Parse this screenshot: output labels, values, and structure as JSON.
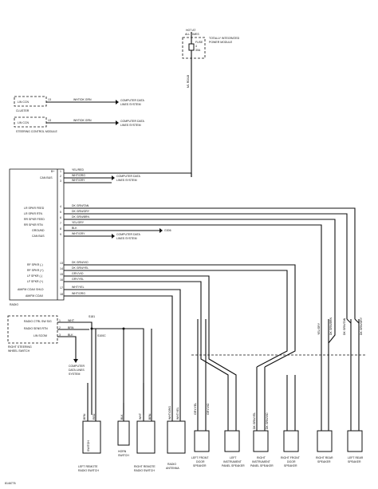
{
  "tpim": {
    "hot_label_1": "HOT AT",
    "hot_label_2": "ALL TIMES",
    "fuse_label": "FUSE",
    "fuse_id": "4",
    "fuse_amp": "30A",
    "module_name_1": "TOTALLY INTEGRATED",
    "module_name_2": "POWER MODULE",
    "wire_label": "M1 RD/LB"
  },
  "cluster": {
    "name": "CLUSTER",
    "pin_label": "LIN CCN",
    "pin_num": "13",
    "wire": "WHT/DK GRN",
    "dest_1": "COMPUTER DATA",
    "dest_2": "LINES SYSTEM"
  },
  "scm": {
    "name": "STEERING CONTROL MODULE",
    "pin_label": "LIN CCN",
    "pin_num": "13",
    "wire": "WHT/DK GRN",
    "dest_1": "COMPUTER DATA",
    "dest_2": "LINES SYSTEM"
  },
  "radio": {
    "name": "RADIO",
    "pins": [
      {
        "label": "B+",
        "num": "1",
        "wire": "YEL/RED"
      },
      {
        "label": "CAN BUS",
        "num": "2",
        "wire": "WHT/ORG"
      },
      {
        "label": "",
        "num": "3",
        "wire": "WHT/GRY"
      },
      {
        "label": "LR SPKR FEED",
        "num": "4",
        "wire": "DK GRN/TAN"
      },
      {
        "label": "LR SPKR RTN",
        "num": "5",
        "wire": "DK GRN/GRY"
      },
      {
        "label": "RR SPKR FEED",
        "num": "6",
        "wire": "DK GRN/BRN"
      },
      {
        "label": "RR SPKR RTN",
        "num": "7",
        "wire": "YEL/GRY"
      },
      {
        "label": "GROUND",
        "num": "8",
        "wire": "BLK"
      },
      {
        "label": "CAN BUS",
        "num": "9",
        "wire": "WHT/GRY"
      },
      {
        "label": "RF SPKR (-)",
        "num": "13",
        "wire": "DK GRN/VIO"
      },
      {
        "label": "RF SPKR (+)",
        "num": "14",
        "wire": "DK GRN/YEL"
      },
      {
        "label": "LF SPKR (-)",
        "num": "15",
        "wire": "GRY/VIO"
      },
      {
        "label": "LF SPKR (+)",
        "num": "16",
        "wire": "GRY/YEL"
      },
      {
        "label": "AM/FM COAX SHLD",
        "num": "17",
        "wire": "WHT/YEL"
      },
      {
        "label": "AM/FM COAX",
        "num": "18",
        "wire": "WHT/ORG"
      }
    ],
    "bus_dest_1": "COMPUTER DATA",
    "bus_dest_2": "LINES SYSTEM",
    "ground_id": "G306",
    "can_dest_1": "COMPUTER DATA",
    "can_dest_2": "LINES SYSTEM"
  },
  "rsws": {
    "name_1": "RIGHT STEERING",
    "name_2": "WHEEL SWITCH",
    "pins": [
      {
        "label": "RADIO CTRL SW SIG",
        "num": "1",
        "wire": "WHT"
      },
      {
        "label": "RADIO SENS RTN",
        "num": "2",
        "wire": "BRN"
      },
      {
        "label": "LIN SCOM",
        "num": "3",
        "wire": "BLK"
      }
    ],
    "dest_1": "COMPUTER",
    "dest_2": "DATA LINES",
    "dest_3": "SYSTEM",
    "splice_1": "S181",
    "splice_2": "S100C"
  },
  "bottom": {
    "left_radio_switch": [
      "LEFT REMOTE",
      "RADIO SWITCH"
    ],
    "horn_switch": [
      "HORN",
      "SWITCH"
    ],
    "right_radio_switch": [
      "RIGHT REMOTE",
      "RADIO SWITCH"
    ],
    "antenna": [
      "RADIO",
      "ANTENNA"
    ],
    "speakers": [
      {
        "line1": "LEFT FRONT",
        "line2": "DOOR",
        "line3": "SPEAKER"
      },
      {
        "line1": "LEFT",
        "line2": "INSTRUMENT",
        "line3": "PANEL SPEAKER"
      },
      {
        "line1": "RIGHT",
        "line2": "INSTRUMENT",
        "line3": "PANEL SPEAKER"
      },
      {
        "line1": "RIGHT FRONT",
        "line2": "DOOR",
        "line3": "SPEAKER"
      },
      {
        "line1": "RIGHT REAR",
        "line2": "SPEAKER",
        "line3": ""
      },
      {
        "line1": "LEFT REAR",
        "line2": "SPEAKER",
        "line3": ""
      }
    ],
    "wire_colors": [
      "BRN",
      "RED",
      "BLK",
      "WHT",
      "BRN",
      "WHT/ORG",
      "WHT/YEL",
      "GRY/YEL",
      "GRY/VIO",
      "DK GRN/YEL",
      "DK GRN/VIO",
      "YEL/GRY",
      "DK GRN/BRN",
      "DK GRN/TAN",
      "DK GRN/GRY"
    ]
  },
  "figure_id": "8146776"
}
